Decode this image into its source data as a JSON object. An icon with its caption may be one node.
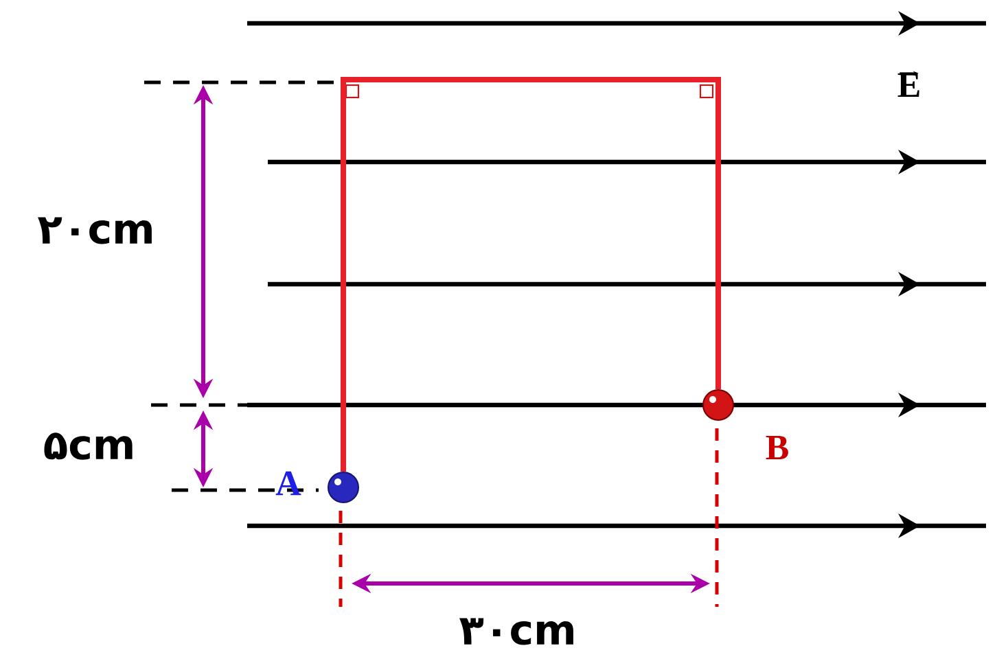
{
  "diagram": {
    "nodes": [
      {
        "text": [],
        "shape": "circle",
        "beside": [
          "A"
        ]
      },
      {
        "text": [],
        "shape": "circle",
        "beside": [
          "B"
        ]
      }
    ],
    "edges": [
      {
        "from": 0,
        "to": 1,
        "arrow": "none",
        "color": "#e8202a"
      }
    ],
    "labels": [
      "E",
      "۲۰cm",
      "۵cm",
      "۳۰cm"
    ]
  }
}
